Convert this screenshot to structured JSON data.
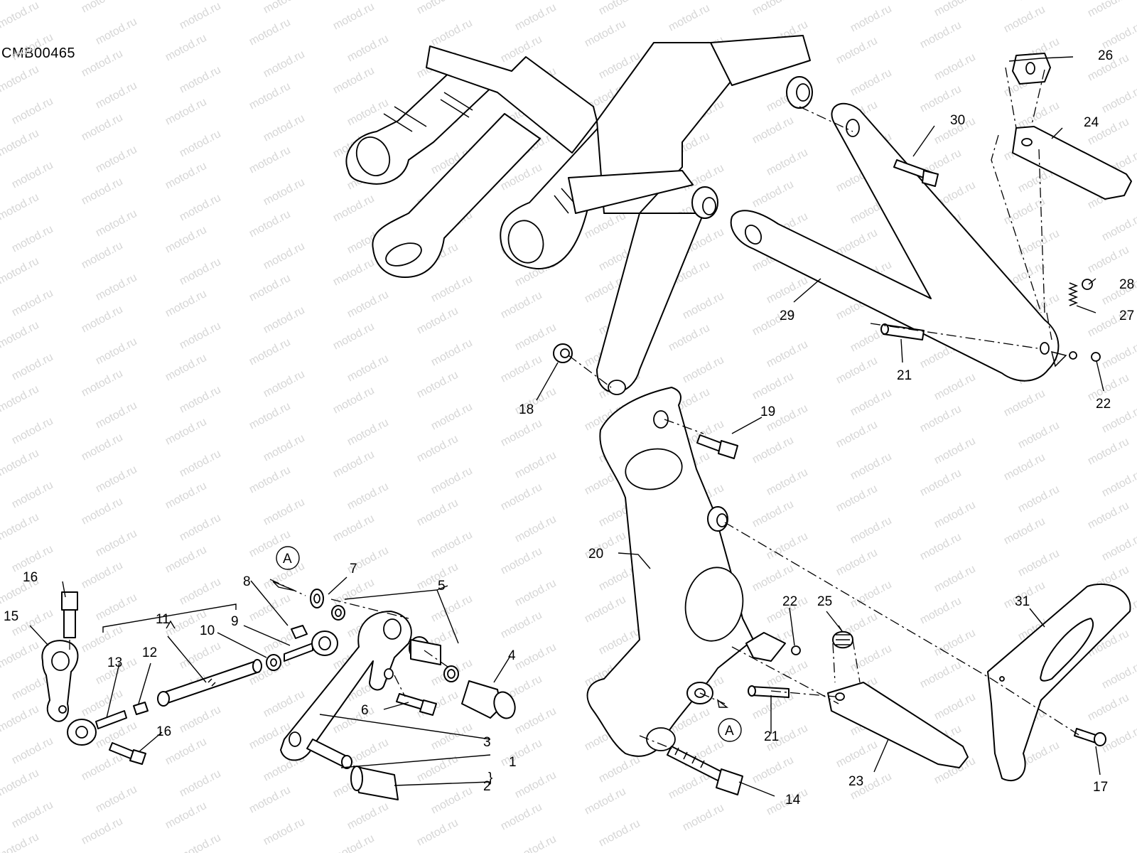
{
  "drawing": {
    "code": "CMB00465",
    "watermark_text": "motod.ru",
    "view_marker": "A",
    "bracket_symbol": "}"
  },
  "callouts": {
    "c1": "1",
    "c2": "2",
    "c3": "3",
    "c4": "4",
    "c5": "5",
    "c6": "6",
    "c7": "7",
    "c8": "8",
    "c9": "9",
    "c10": "10",
    "c11": "11",
    "c12": "12",
    "c13": "13",
    "c14": "14",
    "c15": "15",
    "c16": "16",
    "c17": "17",
    "c18": "18",
    "c19": "19",
    "c20": "20",
    "c21": "21",
    "c22": "22",
    "c23": "23",
    "c24": "24",
    "c25": "25",
    "c26": "26",
    "c27": "27",
    "c28": "28",
    "c29": "29",
    "c30": "30",
    "c31": "31"
  },
  "colors": {
    "line": "#000000",
    "watermark": "#d6d6d6",
    "background": "#ffffff"
  }
}
